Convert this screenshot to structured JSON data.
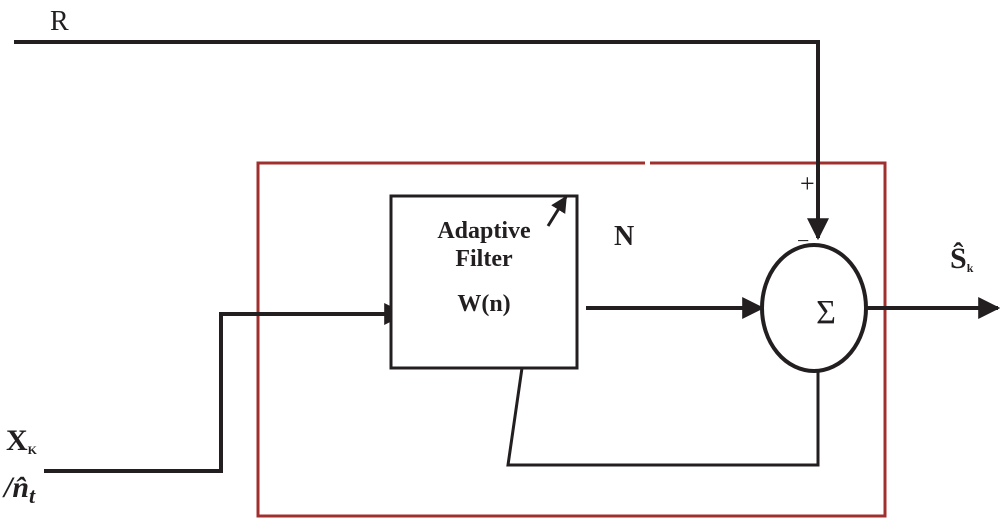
{
  "diagram": {
    "inputs": {
      "reference": "R",
      "primary_main": "X",
      "primary_sub": "K",
      "primary_alt_prefix": "/",
      "primary_alt": "n̂",
      "primary_alt_sub": "t"
    },
    "filter": {
      "line1": "Adaptive",
      "line2": "Filter",
      "line3": "W(n)"
    },
    "intermediate_label": "N",
    "summer": {
      "symbol": "Σ",
      "plus_sign": "+",
      "minus_sign": "−"
    },
    "output": {
      "main": "Ŝ",
      "sub": "k"
    },
    "colors": {
      "system_frame": "#a0302e",
      "lines": "#231f20"
    }
  }
}
